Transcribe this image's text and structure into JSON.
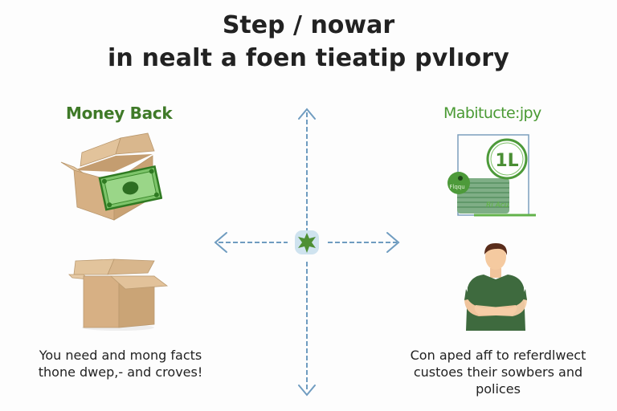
{
  "title": {
    "line1": "Step / nowar",
    "line2": "in nealt a foen tieatip pvlıory"
  },
  "left_panel": {
    "heading": "Money Back",
    "caption_line1": "You need and mong facts",
    "caption_line2": "thone dwep,- and croves!",
    "icons": [
      "open-box-with-cash-icon",
      "open-cardboard-box-icon"
    ]
  },
  "right_panel": {
    "heading": "Mabitucte:jpy",
    "badge_text": "1L",
    "coin_text": "Flqqu",
    "stack_text": "Ri Acu",
    "caption_line1": "Con aped aff to referdlwect",
    "caption_line2": "custoes their sowbers and",
    "caption_line3": "polices",
    "icons": [
      "cash-stack-badge-icon",
      "person-arms-crossed-icon"
    ]
  },
  "center": {
    "icons": [
      "arrow-up-icon",
      "arrow-down-icon",
      "arrow-left-icon",
      "arrow-right-icon",
      "star-hub-icon"
    ]
  },
  "colors": {
    "heading_green": "#3f7a28",
    "heading_green_light": "#4a9a34",
    "arrow_blue": "#6f9cc0",
    "hub_bg": "#cfe3ef",
    "hub_star": "#4e8f34",
    "cardboard": "#d8b58a",
    "shirt": "#3e6a3e"
  }
}
